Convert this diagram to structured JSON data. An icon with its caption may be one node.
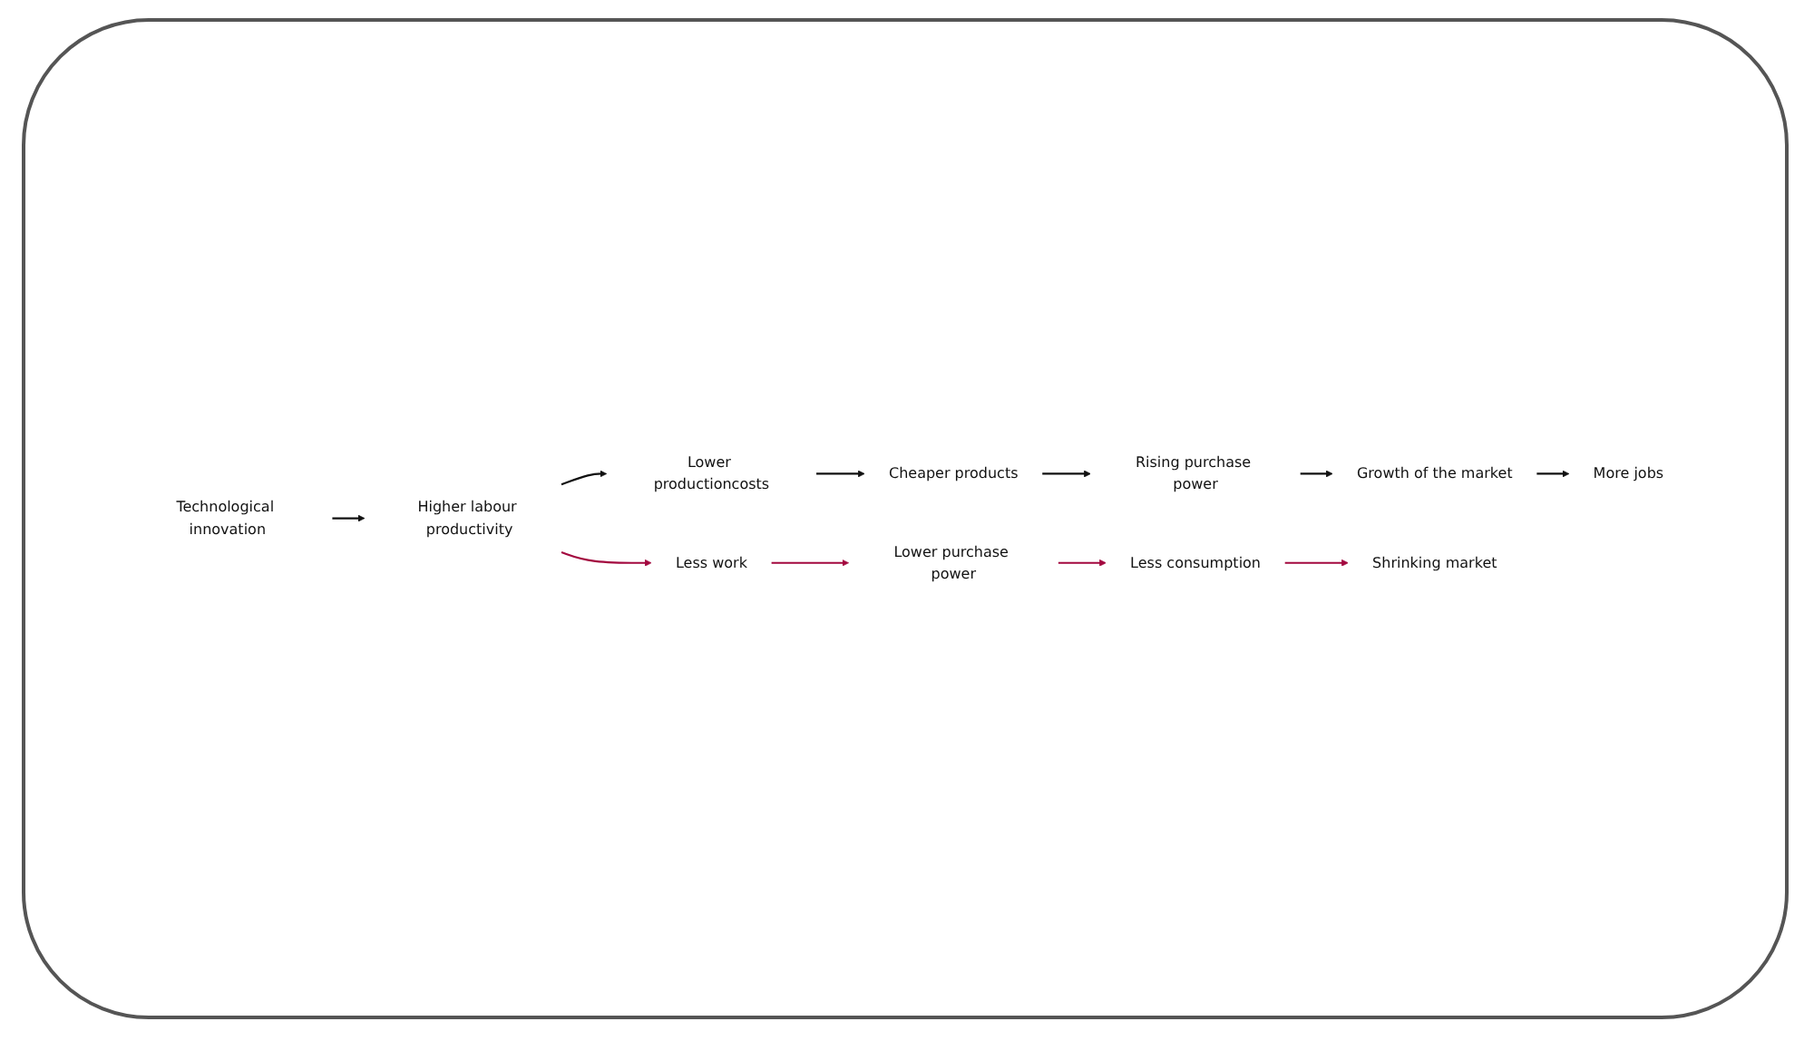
{
  "diagram": {
    "nodes": [
      {
        "text": [
          "Technological innovation"
        ]
      },
      {
        "text": [
          "Higher labour productivity"
        ]
      },
      {
        "text": [
          "Lower productioncosts"
        ]
      },
      {
        "text": [
          "Cheaper products"
        ]
      },
      {
        "text": [
          "Rising purchase power"
        ]
      },
      {
        "text": [
          "Growth of the market"
        ]
      },
      {
        "text": [
          "More jobs"
        ]
      },
      {
        "text": [
          "Less work"
        ]
      },
      {
        "text": [
          "Lower purchase power"
        ]
      },
      {
        "text": [
          "Less consumption"
        ]
      },
      {
        "text": [
          "Shrinking market"
        ]
      }
    ],
    "edges": [
      {
        "from": 0,
        "to": 1,
        "arrow": "to"
      },
      {
        "from": 1,
        "to": 2,
        "arrow": "to"
      },
      {
        "from": 2,
        "to": 3,
        "arrow": "to"
      },
      {
        "from": 3,
        "to": 4,
        "arrow": "to"
      },
      {
        "from": 4,
        "to": 5,
        "arrow": "to"
      },
      {
        "from": 5,
        "to": 6,
        "arrow": "to"
      },
      {
        "from": 1,
        "to": 7,
        "arrow": "to",
        "color": "#a3093f"
      },
      {
        "from": 7,
        "to": 8,
        "arrow": "to",
        "color": "#a3093f"
      },
      {
        "from": 8,
        "to": 9,
        "arrow": "to",
        "color": "#a3093f"
      },
      {
        "from": 9,
        "to": 10,
        "arrow": "to",
        "color": "#a3093f"
      }
    ]
  }
}
